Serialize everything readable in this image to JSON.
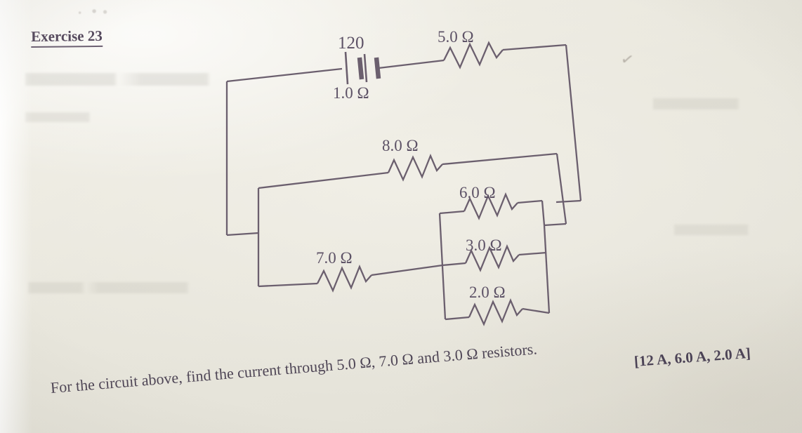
{
  "page": {
    "background_color": "#e9e7de",
    "ink_color": "#5d5266",
    "wire_color": "#6b5f6e"
  },
  "heading": {
    "label": "Exercise 23"
  },
  "circuit": {
    "battery": {
      "emf_label": "120",
      "internal_resistance_label": "1.0 Ω"
    },
    "resistors": [
      {
        "id": "r5",
        "label": "5.0 Ω",
        "value": 5.0,
        "unit": "Ω",
        "branch": "top"
      },
      {
        "id": "r8",
        "label": "8.0 Ω",
        "value": 8.0,
        "unit": "Ω",
        "branch": "middle"
      },
      {
        "id": "r6",
        "label": "6.0 Ω",
        "value": 6.0,
        "unit": "Ω",
        "branch": "parallel-upper"
      },
      {
        "id": "r3",
        "label": "3.0 Ω",
        "value": 3.0,
        "unit": "Ω",
        "branch": "parallel-middle"
      },
      {
        "id": "r2",
        "label": "2.0 Ω",
        "value": 2.0,
        "unit": "Ω",
        "branch": "parallel-lower"
      },
      {
        "id": "r7",
        "label": "7.0 Ω",
        "value": 7.0,
        "unit": "Ω",
        "branch": "bottom"
      }
    ]
  },
  "question": {
    "text": "For the circuit above, find the current through 5.0 Ω, 7.0 Ω and 3.0 Ω resistors.",
    "answer": "[12 A, 6.0 A, 2.0 A]"
  },
  "annotations": {
    "check_mark": "✓"
  }
}
